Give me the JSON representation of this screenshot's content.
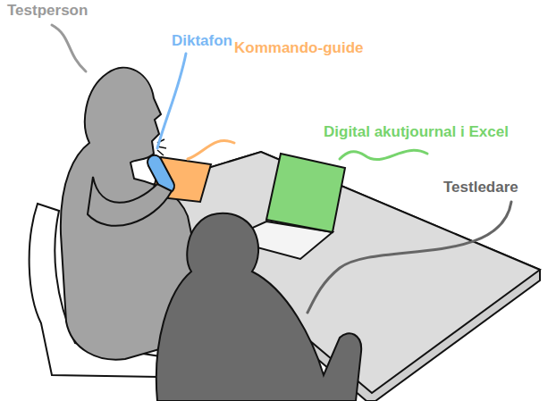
{
  "diagram": {
    "labels": [
      "Testperson",
      "Diktafon",
      "Kommando-guide",
      "Digital akutjournal i Excel",
      "Testledare"
    ]
  }
}
